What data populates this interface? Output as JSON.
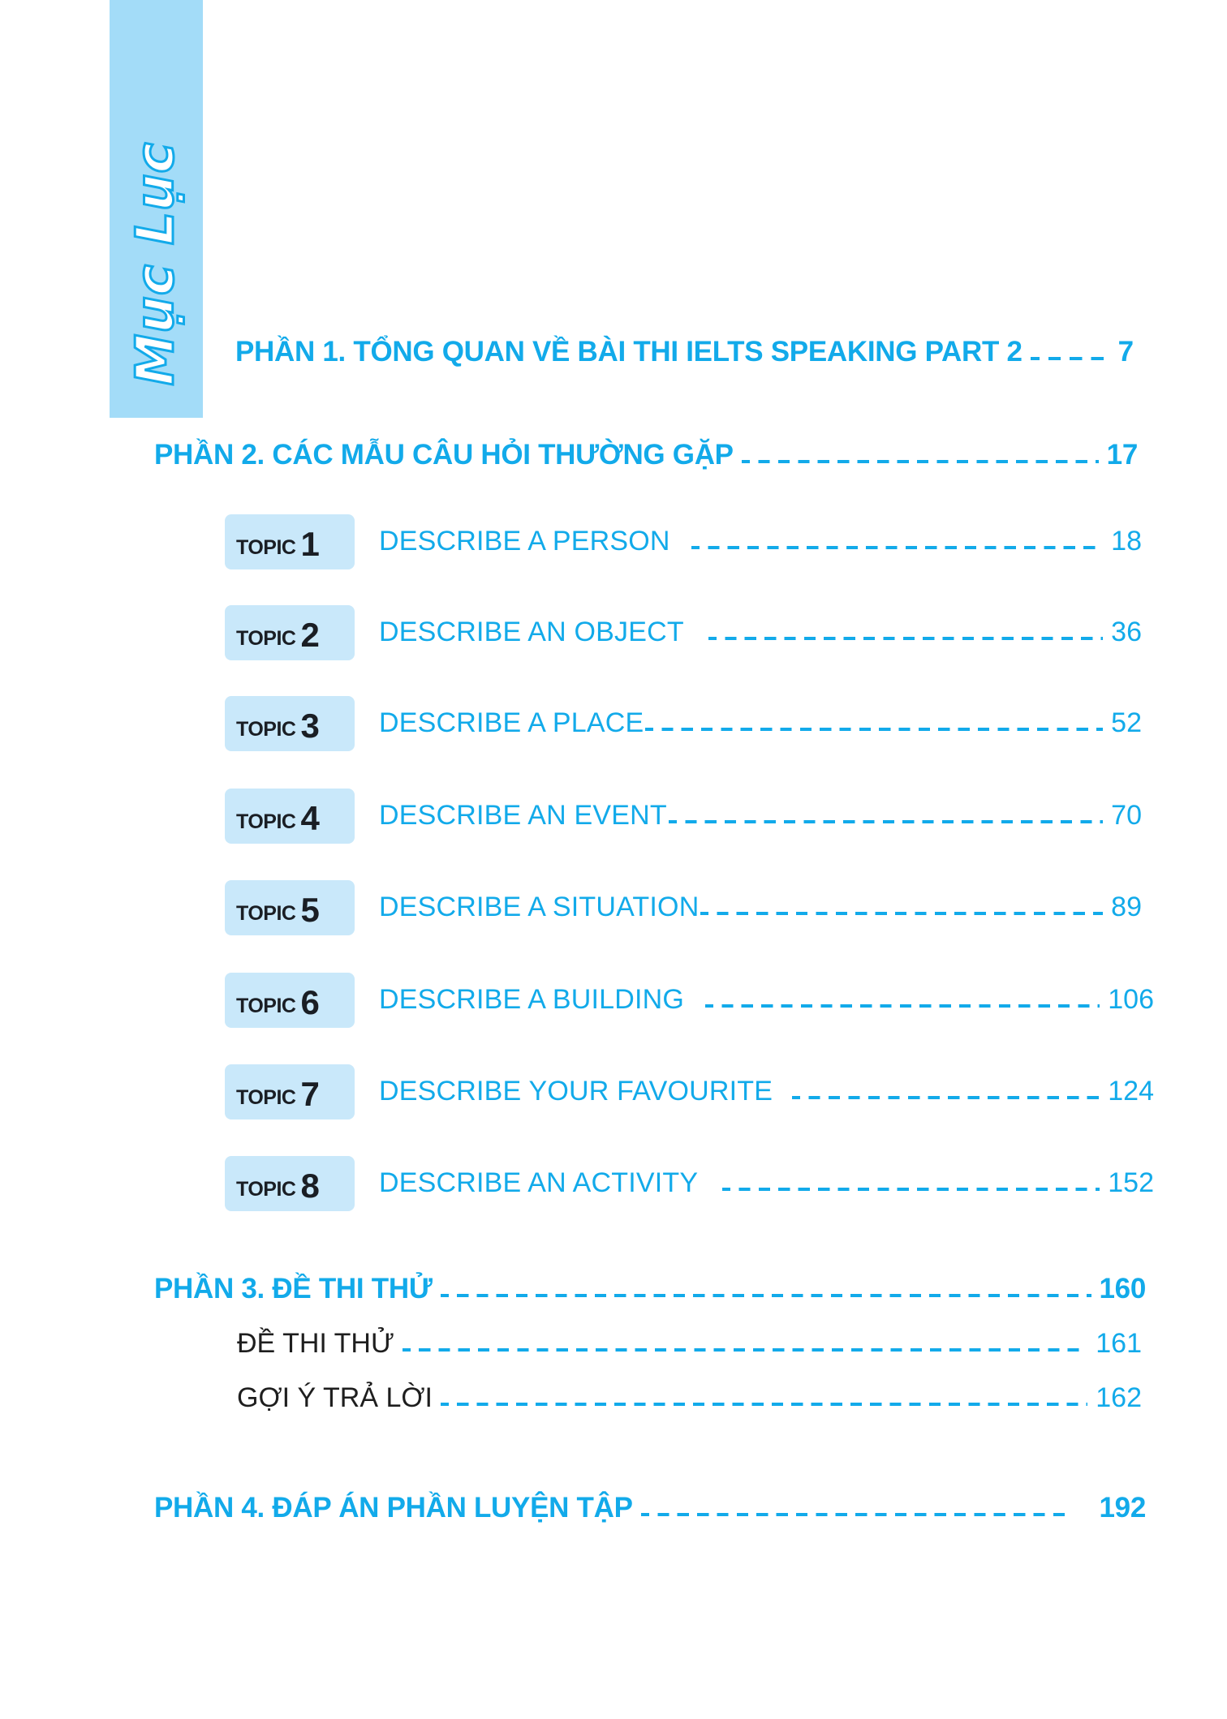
{
  "sidebar": {
    "title": "Mục Lục"
  },
  "colors": {
    "accent": "#12aaea",
    "sidebar_bg": "#a3dcf8",
    "badge_bg": "#c9e8fa",
    "text_dark": "#1e1e1e"
  },
  "parts": [
    {
      "label": "PHẦN 1. TỔNG QUAN VỀ BÀI THI IELTS SPEAKING PART 2",
      "page": "7"
    },
    {
      "label": "PHẦN 2. CÁC MẪU CÂU HỎI THƯỜNG GẶP",
      "page": "17"
    },
    {
      "label": "PHẦN 3. ĐỀ THI THỬ",
      "page": "160"
    },
    {
      "label": "PHẦN 4. ĐÁP ÁN PHẦN LUYỆN TẬP",
      "page": "192"
    }
  ],
  "topic_keyword": "TOPIC",
  "topics": [
    {
      "number": "1",
      "title": "DESCRIBE A PERSON",
      "page": "18"
    },
    {
      "number": "2",
      "title": "DESCRIBE AN OBJECT",
      "page": "36"
    },
    {
      "number": "3",
      "title": "DESCRIBE A PLACE",
      "page": "52"
    },
    {
      "number": "4",
      "title": "DESCRIBE AN EVENT",
      "page": "70"
    },
    {
      "number": "5",
      "title": "DESCRIBE A SITUATION",
      "page": "89"
    },
    {
      "number": "6",
      "title": "DESCRIBE A BUILDING",
      "page": "106"
    },
    {
      "number": "7",
      "title": "DESCRIBE YOUR FAVOURITE",
      "page": "124"
    },
    {
      "number": "8",
      "title": "DESCRIBE AN ACTIVITY",
      "page": "152"
    }
  ],
  "part3_items": [
    {
      "label": "ĐỀ THI THỬ",
      "page": "161"
    },
    {
      "label": "GỢI Ý TRẢ LỜI",
      "page": "162"
    }
  ]
}
